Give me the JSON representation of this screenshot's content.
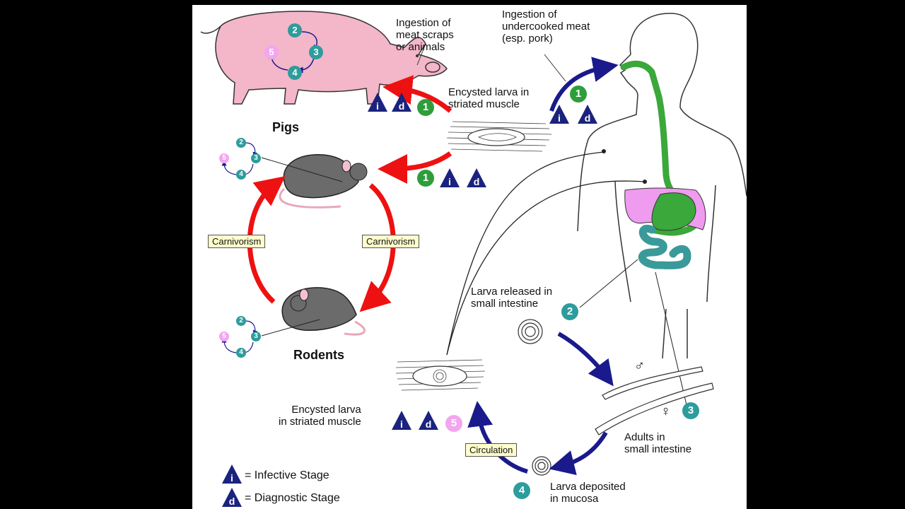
{
  "colors": {
    "infective_triangle": "#1a237e",
    "teal_stage": "#2e9c9c",
    "green_stage": "#2e9e3a",
    "pink_stage": "#f2a6ef",
    "red_arrow": "#ee1111",
    "blue_arrow": "#1a1a8c",
    "digestive_green": "#3aa83a",
    "stomach_pink": "#ef9bef",
    "intestine_teal": "#3a9a9a",
    "pig_pink": "#f4b6c9",
    "rat_gray": "#6b6b6b",
    "label_box": "#ffffcc"
  },
  "labels": {
    "ingestion_scraps": "Ingestion of\nmeat scraps\nor animals",
    "ingestion_undercooked": "Ingestion of\nundercooked meat\n(esp. pork)",
    "encysted_top": "Encysted larva in\nstriated muscle",
    "pigs": "Pigs",
    "rodents": "Rodents",
    "carnivorism_left": "Carnivorism",
    "carnivorism_right": "Carnivorism",
    "larva_released": "Larva released in\nsmall intestine",
    "adults": "Adults in\nsmall intestine",
    "larva_deposited": "Larva deposited\nin mucosa",
    "circulation": "Circulation",
    "encysted_bottom": "Encysted larva\nin striated muscle",
    "male_symbol": "♂",
    "female_symbol": "♀"
  },
  "legend": {
    "infective_letter": "i",
    "infective_text": "= Infective Stage",
    "diagnostic_letter": "d",
    "diagnostic_text": "= Diagnostic Stage"
  },
  "stage_numbers": {
    "s1": "1",
    "s2": "2",
    "s3": "3",
    "s4": "4",
    "s5": "5"
  },
  "icons": [
    "pig-illustration",
    "rat-illustration",
    "human-silhouette",
    "muscle-tissue",
    "coiled-larva",
    "adult-worms"
  ]
}
